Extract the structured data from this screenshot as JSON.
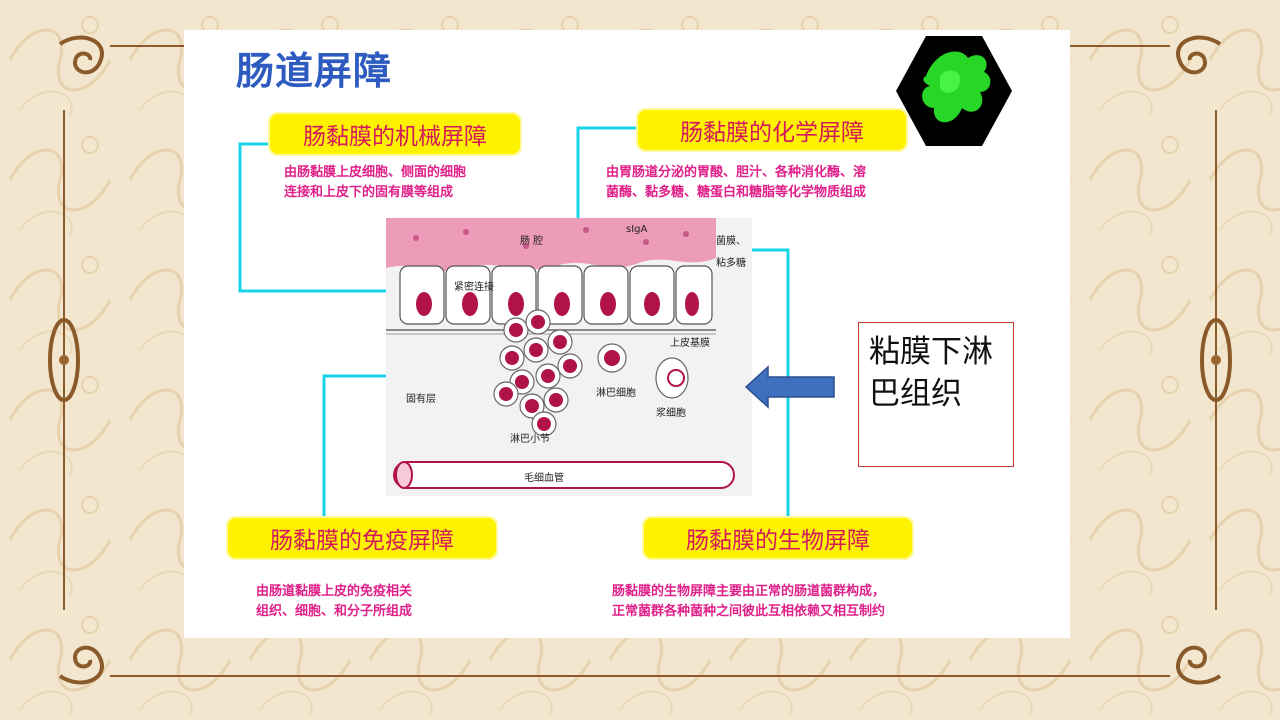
{
  "title": "肠道屏障",
  "barriers": {
    "mechanical": {
      "label": "肠黏膜的机械屏障",
      "desc_line1": "由肠黏膜上皮细胞、侧面的细胞",
      "desc_line2": "连接和上皮下的固有膜等组成"
    },
    "chemical": {
      "label": "肠黏膜的化学屏障",
      "desc_line1": "由胃肠道分泌的胃酸、胆汁、各种消化酶、溶",
      "desc_line2": "菌酶、黏多糖、糖蛋白和糖脂等化学物质组成"
    },
    "immune": {
      "label": "肠黏膜的免疫屏障",
      "desc_line1": "由肠道黏膜上皮的免疫相关",
      "desc_line2": "组织、细胞、和分子所组成"
    },
    "biological": {
      "label": "肠黏膜的生物屏障",
      "desc_line1": "肠黏膜的生物屏障主要由正常的肠道菌群构成，",
      "desc_line2": "正常菌群各种菌种之间彼此互相依赖又相互制约"
    }
  },
  "diagram_labels": {
    "lumen": "肠 腔",
    "siga": "sIgA",
    "bacteria": "菌膜、",
    "mucus": "粘多糖",
    "tight_junction": "紧密连接",
    "basement_membrane": "上皮基膜",
    "lamina_propria": "固有层",
    "lymphocyte": "淋巴细胞",
    "plasma_cell": "浆细胞",
    "lymph_nodule": "淋巴小节",
    "capillary": "毛细血管"
  },
  "callout": {
    "text": "粘膜下淋巴组织"
  },
  "colors": {
    "title": "#2d5bbf",
    "pill_bg": "#fff200",
    "pill_text": "#d41a5c",
    "desc_text": "#e0218a",
    "connector": "#19d4e8",
    "arrow": "#3f6fbf"
  },
  "icons": {
    "thumbnail": "green-bacterium-hexagon-icon",
    "pointer": "left-arrow-icon"
  }
}
